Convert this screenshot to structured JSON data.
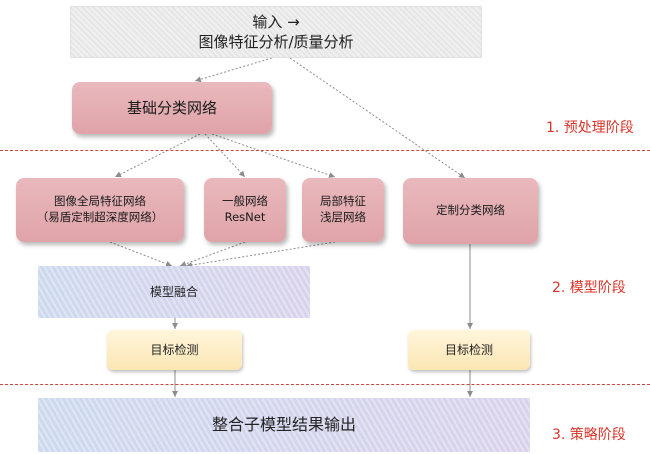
{
  "input": {
    "line1": "输入 →",
    "line2": "图像特征分析/质量分析"
  },
  "nodes": {
    "base_net": "基础分类网络",
    "global_feature_line1": "图像全局特征网络",
    "global_feature_line2": "（易盾定制超深度网络）",
    "general_net_line1": "一般网络",
    "general_net_line2": "ResNet",
    "local_feature_line1": "局部特征",
    "local_feature_line2": "浅层网络",
    "custom_net": "定制分类网络",
    "model_fusion": "模型融合",
    "detect_left": "目标检测",
    "detect_right": "目标检测",
    "output": "整合子模型结果输出"
  },
  "stages": {
    "stage1": "1. 预处理阶段",
    "stage2": "2. 模型阶段",
    "stage3": "3. 策略阶段"
  },
  "colors": {
    "stage_label": "#d8342a",
    "divider": "#c9473e",
    "node_pink": "#e4afb3",
    "node_blue": "#d4d6ee",
    "node_yellow": "#fcebbf",
    "arrow": "#8c8c8c"
  }
}
